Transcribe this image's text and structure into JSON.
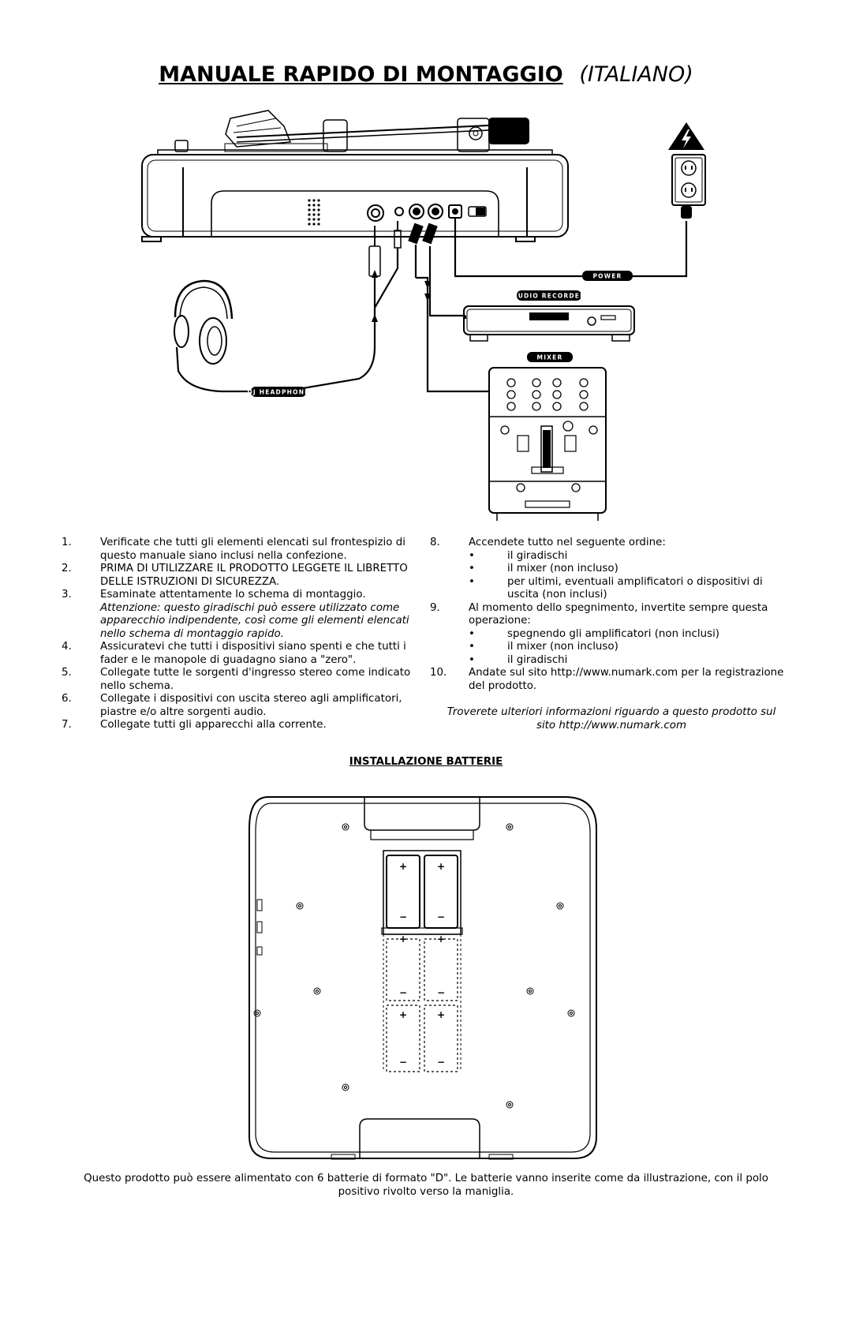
{
  "header": {
    "title": "MANUALE RAPIDO DI MONTAGGIO",
    "language": "(ITALIANO)"
  },
  "diagram": {
    "labels": {
      "power": "POWER",
      "audio_recorder": "AUDIO RECORDER",
      "mixer": "MIXER",
      "dj_headphone": "DJ HEADPHONE"
    }
  },
  "steps_left": [
    {
      "num": "1.",
      "text": "Verificate che tutti gli elementi elencati sul frontespizio di questo manuale siano inclusi nella confezione."
    },
    {
      "num": "2.",
      "text": "PRIMA DI UTILIZZARE IL PRODOTTO LEGGETE IL LIBRETTO DELLE ISTRUZIONI DI SICUREZZA."
    },
    {
      "num": "3.",
      "text": "Esaminate attentamente lo schema di montaggio.",
      "note": "Attenzione: questo giradischi può essere utilizzato come apparecchio indipendente, così come gli elementi elencati nello schema di montaggio rapido."
    },
    {
      "num": "4.",
      "text": "Assicuratevi che tutti i dispositivi siano spenti e che tutti i fader e le manopole di guadagno siano a \"zero\"."
    },
    {
      "num": "5.",
      "text": "Collegate tutte le sorgenti d'ingresso stereo come indicato nello schema."
    },
    {
      "num": "6.",
      "text": "Collegate i dispositivi con uscita stereo agli amplificatori, piastre e/o altre sorgenti audio."
    },
    {
      "num": "7.",
      "text": "Collegate tutti gli apparecchi alla corrente."
    }
  ],
  "steps_right": [
    {
      "num": "8.",
      "text": "Accendete tutto nel seguente ordine:",
      "bullets": [
        "il giradischi",
        "il mixer (non incluso)",
        "per ultimi, eventuali amplificatori o dispositivi di uscita (non inclusi)"
      ]
    },
    {
      "num": "9.",
      "text": "Al momento dello spegnimento, invertite sempre questa operazione:",
      "bullets": [
        "spegnendo gli amplificatori (non inclusi)",
        "il mixer (non incluso)",
        "il giradischi"
      ]
    },
    {
      "num": "10.",
      "text": "Andate sul sito http://www.numark.com per la registrazione del prodotto."
    }
  ],
  "more_info": "Troverete ulteriori informazioni riguardo a questo prodotto sul sito http://www.numark.com",
  "battery_section": {
    "title": "INSTALLAZIONE BATTERIE",
    "plus": "+",
    "minus": "−",
    "description": "Questo prodotto può essere alimentato con 6 batterie di formato \"D\".  Le batterie vanno inserite come da illustrazione, con il polo positivo rivolto verso la maniglia."
  }
}
